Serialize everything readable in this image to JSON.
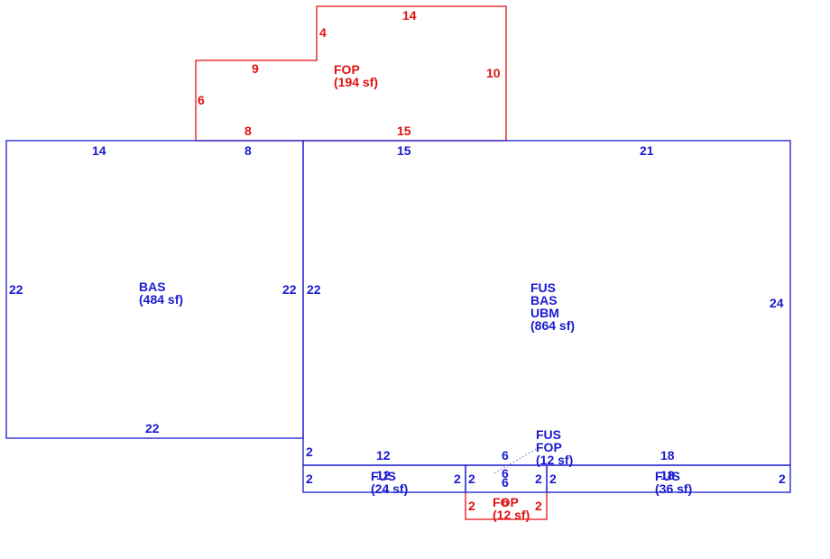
{
  "colors": {
    "main_area": "#1a1ad0",
    "porch_area": "#e01010"
  },
  "areas": {
    "top_fop": {
      "code": "FOP",
      "area": "(194 sf)"
    },
    "left_bas": {
      "code": "BAS",
      "area": "(484 sf)"
    },
    "main": {
      "codes": [
        "FUS",
        "BAS",
        "UBM"
      ],
      "area": "(864 sf)"
    },
    "small_fop": {
      "codes": [
        "FUS",
        "FOP"
      ],
      "area": "(12 sf)"
    },
    "strip_left": {
      "code": "FUS",
      "area": "(24 sf)"
    },
    "strip_right": {
      "code": "FUS",
      "area": "(36 sf)"
    },
    "bottom_fop": {
      "code": "FOP",
      "area": "(12 sf)"
    }
  },
  "dimensions": {
    "top_fop": {
      "top": "14",
      "step_side": "4",
      "step_top": "9",
      "left": "6",
      "bottom_left": "8",
      "bottom_right": "15",
      "right": "10"
    },
    "left_bas": {
      "top": "14",
      "top_right": "8",
      "left": "22",
      "right": "22",
      "bottom": "22"
    },
    "main": {
      "top_left": "15",
      "top_right": "21",
      "left": "22",
      "right": "24",
      "left_lower": "2"
    },
    "bottom": {
      "mid_top_left": "12",
      "mid_top_center": "6",
      "mid_top_right": "18",
      "strip_left_side": "2",
      "strip_left_inner": "2",
      "strip_left_overlap": "12",
      "center_left": "2",
      "center_top": "6",
      "center_bottom": "6",
      "center_right": "2",
      "strip_right_left": "2",
      "strip_right_overlap": "18",
      "strip_right_side": "2",
      "fop_left": "2",
      "fop_right": "2",
      "fop_overlap": "6"
    }
  }
}
